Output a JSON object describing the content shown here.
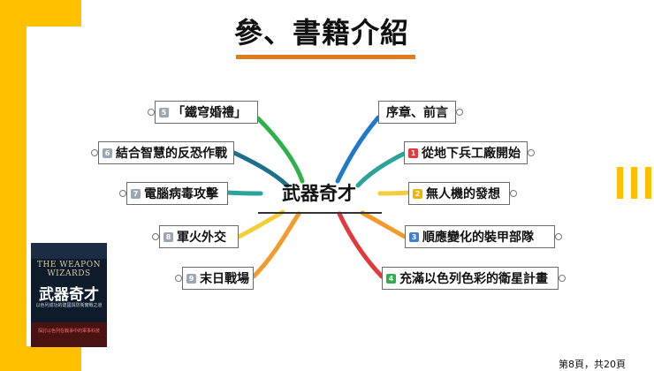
{
  "title": "參、書籍介紹",
  "center": "武器奇才",
  "left_nodes": [
    {
      "num": "5",
      "label": "「鐵穹婚禮」",
      "color": "#9aa7b3"
    },
    {
      "num": "6",
      "label": "結合智慧的反恐作戰",
      "color": "#9aa7b3"
    },
    {
      "num": "7",
      "label": "電腦病毒攻擊",
      "color": "#9aa7b3"
    },
    {
      "num": "8",
      "label": "軍火外交",
      "color": "#9aa7b3"
    },
    {
      "num": "9",
      "label": "末日戰場",
      "color": "#9aa7b3"
    }
  ],
  "right_nodes": [
    {
      "num": "",
      "label": "序章、前言",
      "color": ""
    },
    {
      "num": "1",
      "label": "從地下兵工廠開始",
      "color": "#e0393e"
    },
    {
      "num": "2",
      "label": "無人機的發想",
      "color": "#f0b400"
    },
    {
      "num": "3",
      "label": "順應變化的裝甲部隊",
      "color": "#3f7fd6"
    },
    {
      "num": "4",
      "label": "充滿以色列色彩的衛星計畫",
      "color": "#2fb14a"
    }
  ],
  "book": {
    "en_title": "THE WEAPON WIZARDS",
    "cn_title": "武器奇才",
    "subtitle": "以色列成功的建國與防衛實戰之道",
    "red_text": "探討以色列在戰爭中的軍事科技"
  },
  "page_indicator": "第8頁，共20頁",
  "colors": {
    "accent_yellow": "#FFC000",
    "title_underline": "#E37B1E"
  }
}
